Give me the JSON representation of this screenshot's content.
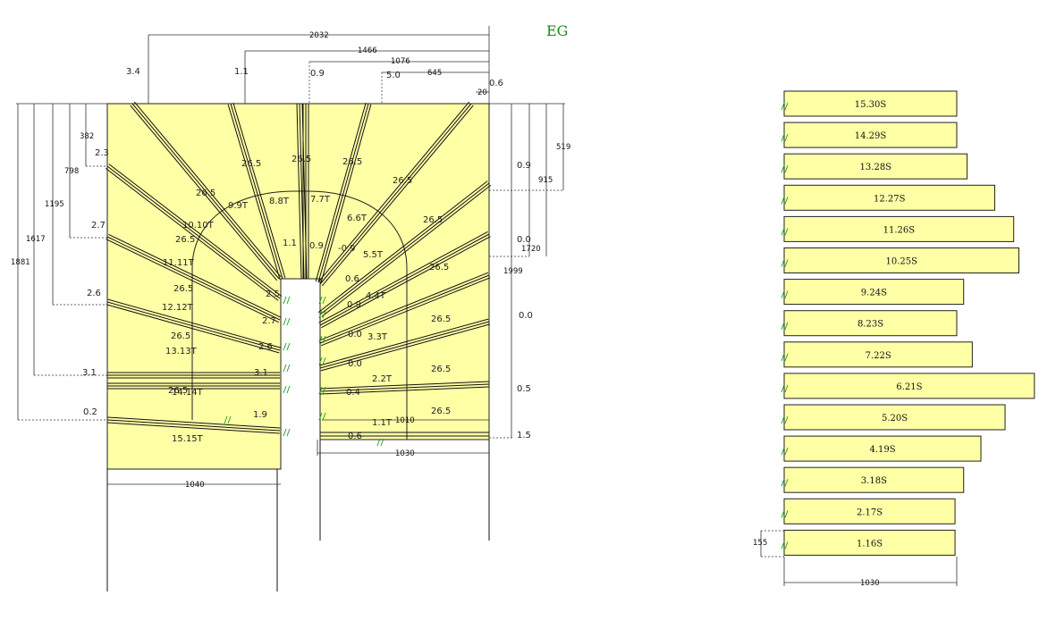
{
  "floor_label": "EG",
  "top_dimensions": [
    "2032",
    "1466",
    "1076",
    "645",
    "20"
  ],
  "corner_values": {
    "top_left": "3.4",
    "top_11": "1.1",
    "top_09": "0.9",
    "top_50": "5.0",
    "top_right": "0.6"
  },
  "left_dimensions": [
    "382",
    "798",
    "1195",
    "1617",
    "1881"
  ],
  "left_offsets": [
    "2.3",
    "2.7",
    "2.6",
    "3.1",
    "0.2"
  ],
  "right_dimensions": [
    "519",
    "915",
    "1720",
    "1999"
  ],
  "right_offsets": [
    "0.9",
    "0.0",
    "0.0",
    "0.5",
    "1.5"
  ],
  "bottom_dimensions": {
    "left_width": "1040",
    "right_width": "1030",
    "inner_1010": "1010"
  },
  "tread_labels": [
    {
      "label": "1.1T",
      "sub": "1.9"
    },
    {
      "label": "2.2T",
      "sub": "0.4"
    },
    {
      "label": "3.3T",
      "sub": "0.0"
    },
    {
      "label": "4.4T",
      "sub": "0.9"
    },
    {
      "label": "5.5T",
      "sub": "0.6"
    },
    {
      "label": "6.6T",
      "sub": "-0.9"
    },
    {
      "label": "7.7T",
      "sub": "0.9"
    },
    {
      "label": "8.8T",
      "sub": "1.1"
    },
    {
      "label": "9.9T",
      "sub": "2.5"
    },
    {
      "label": "10.10T",
      "sub": "2.7"
    },
    {
      "label": "11.11T",
      "sub": "2.6"
    },
    {
      "label": "12.12T",
      "sub": "3.1"
    },
    {
      "label": "13.13T",
      "sub": ""
    },
    {
      "label": "14.14T",
      "sub": ""
    },
    {
      "label": "15.15T",
      "sub": ""
    }
  ],
  "going_values": [
    "26.5",
    "26.5",
    "26.5",
    "26.5",
    "26.5",
    "26.5",
    "26.5",
    "26.5",
    "26.5",
    "26.5",
    "26.5",
    "26.5",
    "26.5",
    "26.5"
  ],
  "step_list": [
    {
      "label": "15.30S",
      "length": 1.0
    },
    {
      "label": "14.29S",
      "length": 1.0
    },
    {
      "label": "13.28S",
      "length": 1.06
    },
    {
      "label": "12.27S",
      "length": 1.22
    },
    {
      "label": "11.26S",
      "length": 1.33
    },
    {
      "label": "10.25S",
      "length": 1.36
    },
    {
      "label": "9.24S",
      "length": 1.04
    },
    {
      "label": "8.23S",
      "length": 1.0
    },
    {
      "label": "7.22S",
      "length": 1.09
    },
    {
      "label": "6.21S",
      "length": 1.45
    },
    {
      "label": "5.20S",
      "length": 1.28
    },
    {
      "label": "4.19S",
      "length": 1.14
    },
    {
      "label": "3.18S",
      "length": 1.04
    },
    {
      "label": "2.17S",
      "length": 0.99
    },
    {
      "label": "1.16S",
      "length": 0.99
    }
  ],
  "step_list_dimensions": {
    "height": "155",
    "width": "1030"
  },
  "colors": {
    "fill": "#ffffa6",
    "line": "#111111",
    "mark": "#1a9a1a",
    "title": "#1a8a1a"
  }
}
